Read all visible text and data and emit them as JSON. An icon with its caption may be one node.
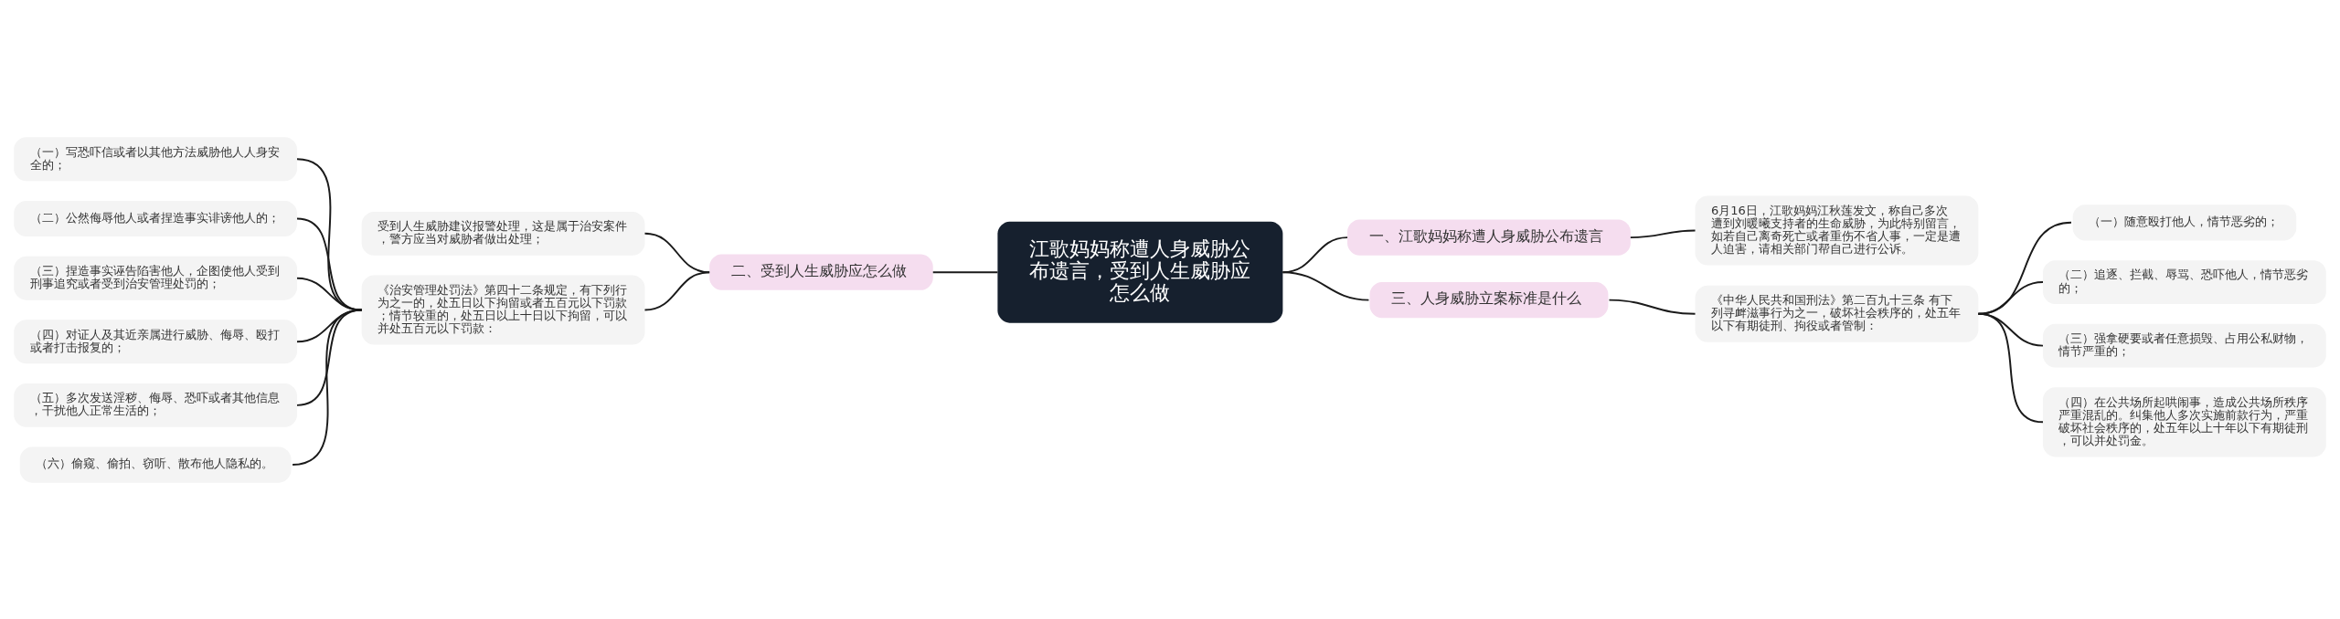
{
  "diagram": {
    "nodes": [
      {
        "text": [
          "江歌妈妈称遭人身威胁公布遗言，受到人生威胁应怎么做"
        ]
      },
      {
        "text": [
          "一、江歌妈妈称遭人身威胁公布遗言"
        ]
      },
      {
        "text": [
          "6月16日，江歌妈妈江秋莲发文，称自己多次遭到刘暖曦支持者的生命威胁，为此特别留言，如若自己离奇死亡或者重伤不省人事，一定是遭人迫害，请相关部门帮自己进行公诉。"
        ]
      },
      {
        "text": [
          "二、受到人生威胁应怎么做"
        ]
      },
      {
        "text": [
          "受到人生威胁建议报警处理，这是属于治安案件，警方应当对威胁者做出处理；"
        ]
      },
      {
        "text": [
          "《治安管理处罚法》第四十二条规定，有下列行为之一的，处五日以下拘留或者五百元以下罚款；情节较重的，处五日以上十日以下拘留，可以并处五百元以下罚款："
        ]
      },
      {
        "text": [
          "（一）写恐吓信或者以其他方法威胁他人人身安全的；"
        ]
      },
      {
        "text": [
          "（二）公然侮辱他人或者捏造事实诽谤他人的；"
        ]
      },
      {
        "text": [
          "（三）捏造事实诬告陷害他人，企图使他人受到刑事追究或者受到治安管理处罚的；"
        ]
      },
      {
        "text": [
          "（四）对证人及其近亲属进行威胁、侮辱、殴打或者打击报复的；"
        ]
      },
      {
        "text": [
          "（五）多次发送淫秽、侮辱、恐吓或者其他信息，干扰他人正常生活的；"
        ]
      },
      {
        "text": [
          "（六）偷窥、偷拍、窃听、散布他人隐私的。"
        ]
      },
      {
        "text": [
          "三、人身威胁立案标准是什么"
        ]
      },
      {
        "text": [
          "《中华人民共和国刑法》第二百九十三条 有下列寻衅滋事行为之一，破坏社会秩序的，处五年以下有期徒刑、拘役或者管制："
        ]
      },
      {
        "text": [
          "（一）随意殴打他人，情节恶劣的；"
        ]
      },
      {
        "text": [
          "（二）追逐、拦截、辱骂、恐吓他人，情节恶劣的；"
        ]
      },
      {
        "text": [
          "（三）强拿硬要或者任意损毁、占用公私财物，情节严重的；"
        ]
      },
      {
        "text": [
          "（四）在公共场所起哄闹事，造成公共场所秩序严重混乱的。纠集他人多次实施前款行为，严重破坏社会秩序的，处五年以上十年以下有期徒刑，可以并处罚金。"
        ]
      }
    ],
    "edges": [
      {
        "from": 0,
        "to": 1,
        "arrow": "none"
      },
      {
        "from": 1,
        "to": 2,
        "arrow": "none"
      },
      {
        "from": 3,
        "to": 0,
        "arrow": "none"
      },
      {
        "from": 4,
        "to": 3,
        "arrow": "none"
      },
      {
        "from": 5,
        "to": 3,
        "arrow": "none"
      },
      {
        "from": 6,
        "to": 5,
        "arrow": "none"
      },
      {
        "from": 7,
        "to": 5,
        "arrow": "none"
      },
      {
        "from": 8,
        "to": 5,
        "arrow": "none"
      },
      {
        "from": 9,
        "to": 5,
        "arrow": "none"
      },
      {
        "from": 10,
        "to": 5,
        "arrow": "none"
      },
      {
        "from": 11,
        "to": 5,
        "arrow": "none"
      },
      {
        "from": 0,
        "to": 12,
        "arrow": "none"
      },
      {
        "from": 12,
        "to": 13,
        "arrow": "none"
      },
      {
        "from": 13,
        "to": 14,
        "arrow": "none"
      },
      {
        "from": 13,
        "to": 15,
        "arrow": "none"
      },
      {
        "from": 13,
        "to": 16,
        "arrow": "none"
      },
      {
        "from": 13,
        "to": 17,
        "arrow": "none"
      }
    ]
  }
}
